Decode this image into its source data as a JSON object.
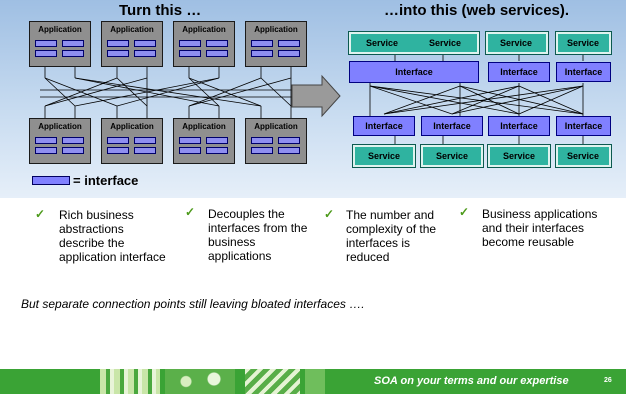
{
  "left_title": "Turn this …",
  "right_title": "…into this (web services).",
  "applications": {
    "label": "Application",
    "top": [
      "Application",
      "Application",
      "Application",
      "Application"
    ],
    "bottom": [
      "Application",
      "Application",
      "Application",
      "Application"
    ]
  },
  "services": {
    "top": [
      "Service",
      "Service",
      "Service",
      "Service"
    ],
    "bottom": [
      "Service",
      "Service",
      "Service",
      "Service"
    ]
  },
  "interfaces": {
    "top": [
      "Interface",
      "Interface",
      "Interface"
    ],
    "bottom": [
      "Interface",
      "Interface",
      "Interface",
      "Interface"
    ]
  },
  "legend": {
    "text": "= interface"
  },
  "bullets": [
    "Rich business abstractions describe the application interface",
    "Decouples the interfaces from the business applications",
    "The number and complexity of the interfaces is reduced",
    "Business applications and their interfaces become reusable"
  ],
  "check_mark": "✓",
  "caption": "But separate connection points still leaving bloated interfaces ….",
  "footer": {
    "text": "SOA on your terms and our expertise",
    "page": "26"
  },
  "colors": {
    "background_band": "#b3cdea",
    "app_box": "#8f8f8f",
    "interface": "#8080ff",
    "service": "#2fb3a0",
    "footer": "#3aa335",
    "check": "#4c9a1a"
  }
}
